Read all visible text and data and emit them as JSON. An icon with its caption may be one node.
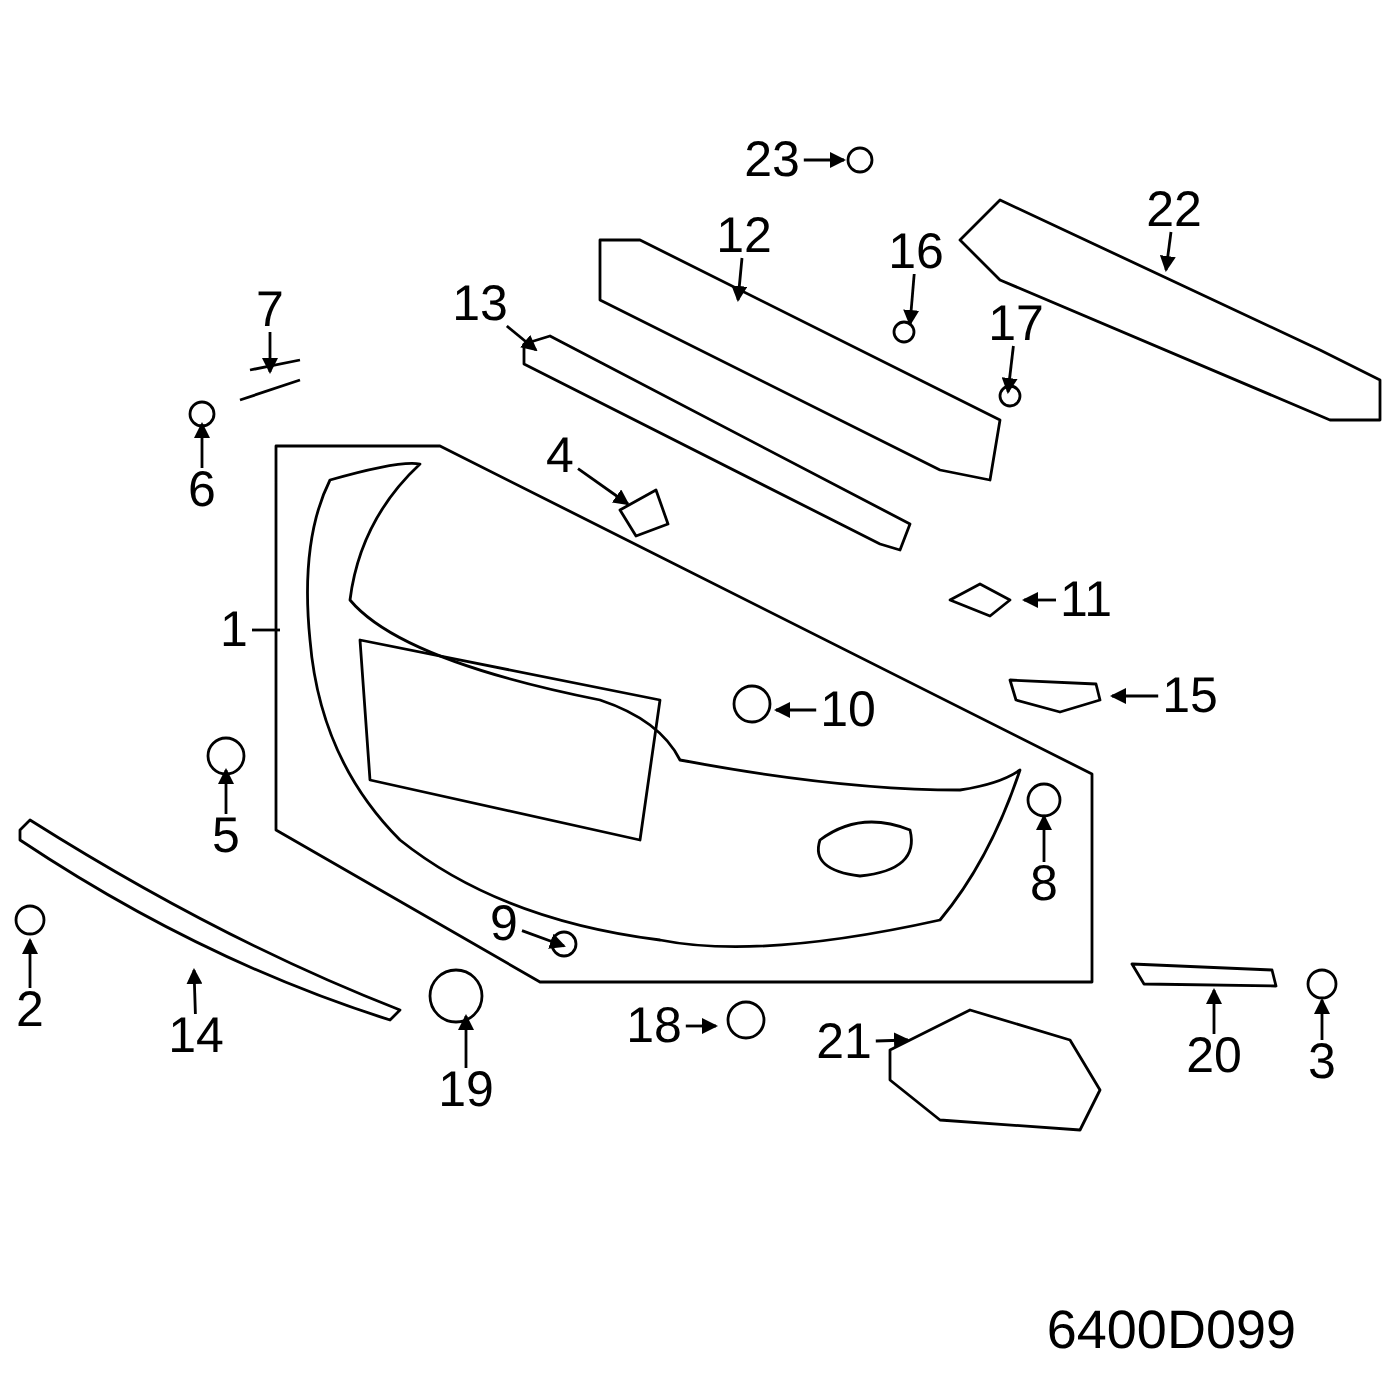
{
  "diagram": {
    "nodes": [
      {
        "text": [
          "1"
        ]
      },
      {
        "text": [
          "2"
        ]
      },
      {
        "text": [
          "3"
        ]
      },
      {
        "text": [
          "4"
        ]
      },
      {
        "text": [
          "5"
        ]
      },
      {
        "text": [
          "6"
        ]
      },
      {
        "text": [
          "7"
        ]
      },
      {
        "text": [
          "8"
        ]
      },
      {
        "text": [
          "9"
        ]
      },
      {
        "text": [
          "10"
        ]
      },
      {
        "text": [
          "11"
        ]
      },
      {
        "text": [
          "12"
        ]
      },
      {
        "text": [
          "13"
        ]
      },
      {
        "text": [
          "14"
        ]
      },
      {
        "text": [
          "15"
        ]
      },
      {
        "text": [
          "16"
        ]
      },
      {
        "text": [
          "17"
        ]
      },
      {
        "text": [
          "18"
        ]
      },
      {
        "text": [
          "19"
        ]
      },
      {
        "text": [
          "20"
        ]
      },
      {
        "text": [
          "21"
        ]
      },
      {
        "text": [
          "22"
        ]
      },
      {
        "text": [
          "23"
        ]
      }
    ],
    "edges": [
      {
        "from": 0,
        "to": null,
        "arrow": "none"
      },
      {
        "from": 1,
        "to": null,
        "arrow": "to"
      },
      {
        "from": 2,
        "to": null,
        "arrow": "to"
      },
      {
        "from": 3,
        "to": null,
        "arrow": "to"
      },
      {
        "from": 4,
        "to": null,
        "arrow": "to"
      },
      {
        "from": 5,
        "to": null,
        "arrow": "to"
      },
      {
        "from": 6,
        "to": null,
        "arrow": "to"
      },
      {
        "from": 7,
        "to": null,
        "arrow": "to"
      },
      {
        "from": 8,
        "to": null,
        "arrow": "to"
      },
      {
        "from": 9,
        "to": null,
        "arrow": "to"
      },
      {
        "from": 10,
        "to": null,
        "arrow": "to"
      },
      {
        "from": 11,
        "to": null,
        "arrow": "to"
      },
      {
        "from": 12,
        "to": null,
        "arrow": "to"
      },
      {
        "from": 13,
        "to": null,
        "arrow": "to"
      },
      {
        "from": 14,
        "to": null,
        "arrow": "to"
      },
      {
        "from": 15,
        "to": null,
        "arrow": "to"
      },
      {
        "from": 16,
        "to": null,
        "arrow": "to"
      },
      {
        "from": 17,
        "to": null,
        "arrow": "to"
      },
      {
        "from": 18,
        "to": null,
        "arrow": "to"
      },
      {
        "from": 19,
        "to": null,
        "arrow": "to"
      },
      {
        "from": 20,
        "to": null,
        "arrow": "to"
      },
      {
        "from": 21,
        "to": null,
        "arrow": "to"
      },
      {
        "from": 22,
        "to": null,
        "arrow": "to"
      }
    ],
    "labels": [
      "6400D099"
    ]
  }
}
